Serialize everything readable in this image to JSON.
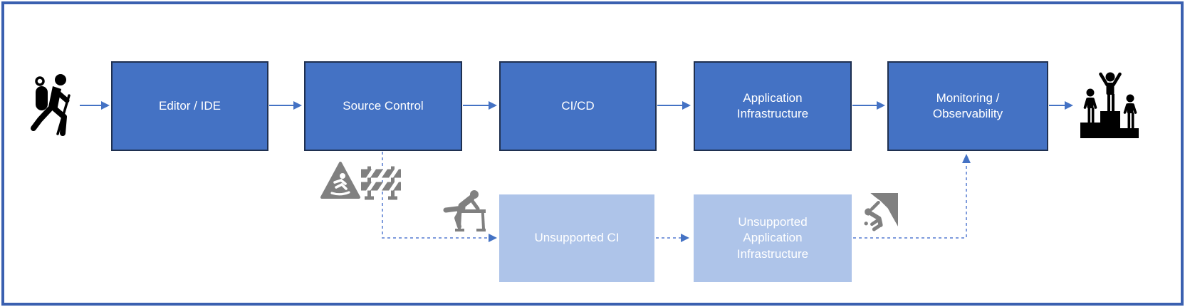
{
  "diagram_title": "Developer pipeline flow with unsupported path",
  "nodes": {
    "editor_ide": {
      "label": "Editor / IDE"
    },
    "source_control": {
      "label": "Source Control"
    },
    "cicd": {
      "label": "CI/CD"
    },
    "app_infra": {
      "label": "Application\nInfrastructure"
    },
    "monitoring": {
      "label": "Monitoring /\nObservability"
    },
    "unsupported_ci": {
      "label": "Unsupported CI"
    },
    "unsupported_app_infra": {
      "label": "Unsupported\nApplication\nInfrastructure"
    }
  },
  "icons": {
    "start": "hiker-icon",
    "end": "winners-podium-icon",
    "hazard_1": "slip-warning-triangle-icon",
    "hazard_2": "barricade-icon",
    "hazard_3": "hurdler-icon",
    "hazard_4": "falling-climber-icon"
  },
  "connections": [
    {
      "from": "hiker",
      "to": "editor_ide",
      "style": "solid"
    },
    {
      "from": "editor_ide",
      "to": "source_control",
      "style": "solid"
    },
    {
      "from": "source_control",
      "to": "cicd",
      "style": "solid"
    },
    {
      "from": "cicd",
      "to": "app_infra",
      "style": "solid"
    },
    {
      "from": "app_infra",
      "to": "monitoring",
      "style": "solid"
    },
    {
      "from": "monitoring",
      "to": "winners_podium",
      "style": "solid"
    },
    {
      "from": "source_control",
      "to": "unsupported_ci",
      "style": "dashed"
    },
    {
      "from": "unsupported_ci",
      "to": "unsupported_app_infra",
      "style": "dashed"
    },
    {
      "from": "unsupported_app_infra",
      "to": "monitoring",
      "style": "dashed"
    }
  ],
  "colors": {
    "node_fill": "#4472C4",
    "node_border": "#1F3050",
    "node_fill_light": "#AEC4E9",
    "node_text": "#FFFFFF",
    "solid_arrow": "#4472C4",
    "dashed_line": "#7E9BDC",
    "dashed_arrowhead": "#4472C4",
    "icon_gray": "#808080",
    "icon_black": "#000000",
    "frame_border": "#3A60B0"
  }
}
